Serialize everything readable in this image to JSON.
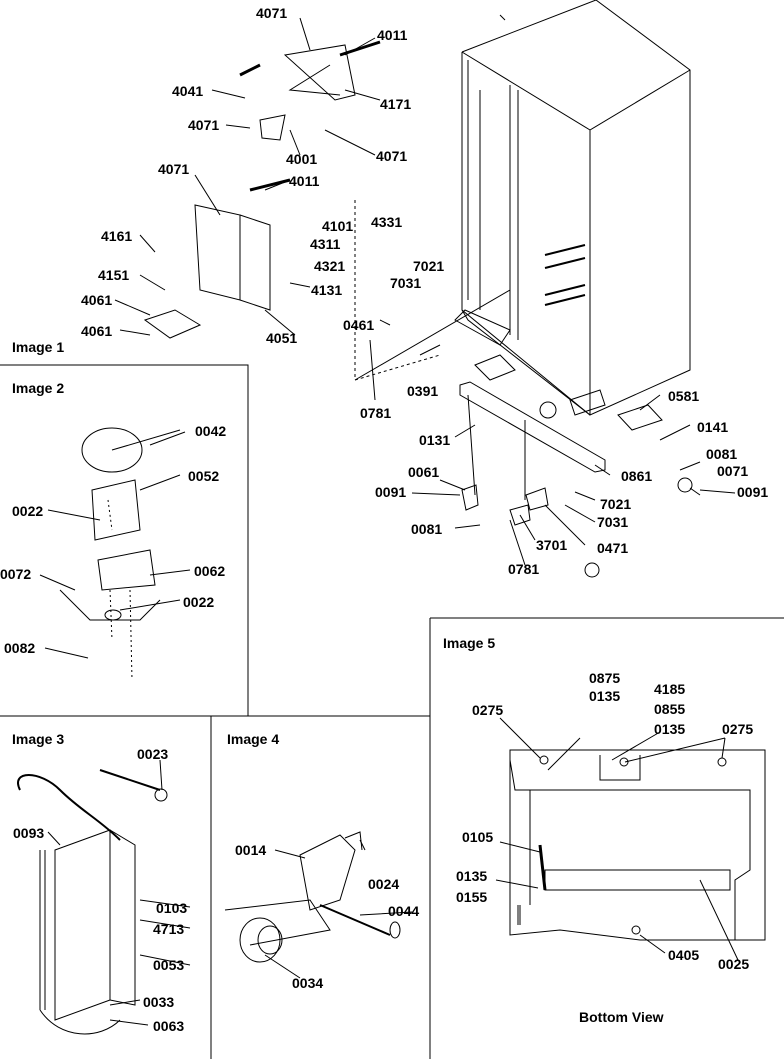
{
  "panels": {
    "image1": {
      "title": "Image 1",
      "labels": [
        "4071",
        "4011",
        "4041",
        "4171",
        "4071",
        "4001",
        "4071",
        "4071",
        "4011",
        "4161",
        "4101",
        "4331",
        "4311",
        "4321",
        "7021",
        "7031",
        "4151",
        "4131",
        "4061",
        "4061",
        "4051",
        "0461",
        "0391",
        "0781",
        "0581",
        "0141",
        "0131",
        "0861",
        "0081",
        "0071",
        "0061",
        "0091",
        "0091",
        "7021",
        "7031",
        "0081",
        "3701",
        "0471",
        "0781"
      ]
    },
    "image2": {
      "title": "Image 2",
      "labels": [
        "0042",
        "0052",
        "0022",
        "0072",
        "0062",
        "0022",
        "0082"
      ]
    },
    "image3": {
      "title": "Image 3",
      "labels": [
        "0023",
        "0093",
        "0103",
        "4713",
        "0053",
        "0033",
        "0063"
      ]
    },
    "image4": {
      "title": "Image 4",
      "labels": [
        "0014",
        "0024",
        "0044",
        "0034"
      ]
    },
    "image5": {
      "title": "Image 5",
      "caption": "Bottom View",
      "labels": [
        "0275",
        "0875",
        "0135",
        "4185",
        "0855",
        "0135",
        "0275",
        "0105",
        "0135",
        "0155",
        "0405",
        "0025"
      ]
    }
  }
}
